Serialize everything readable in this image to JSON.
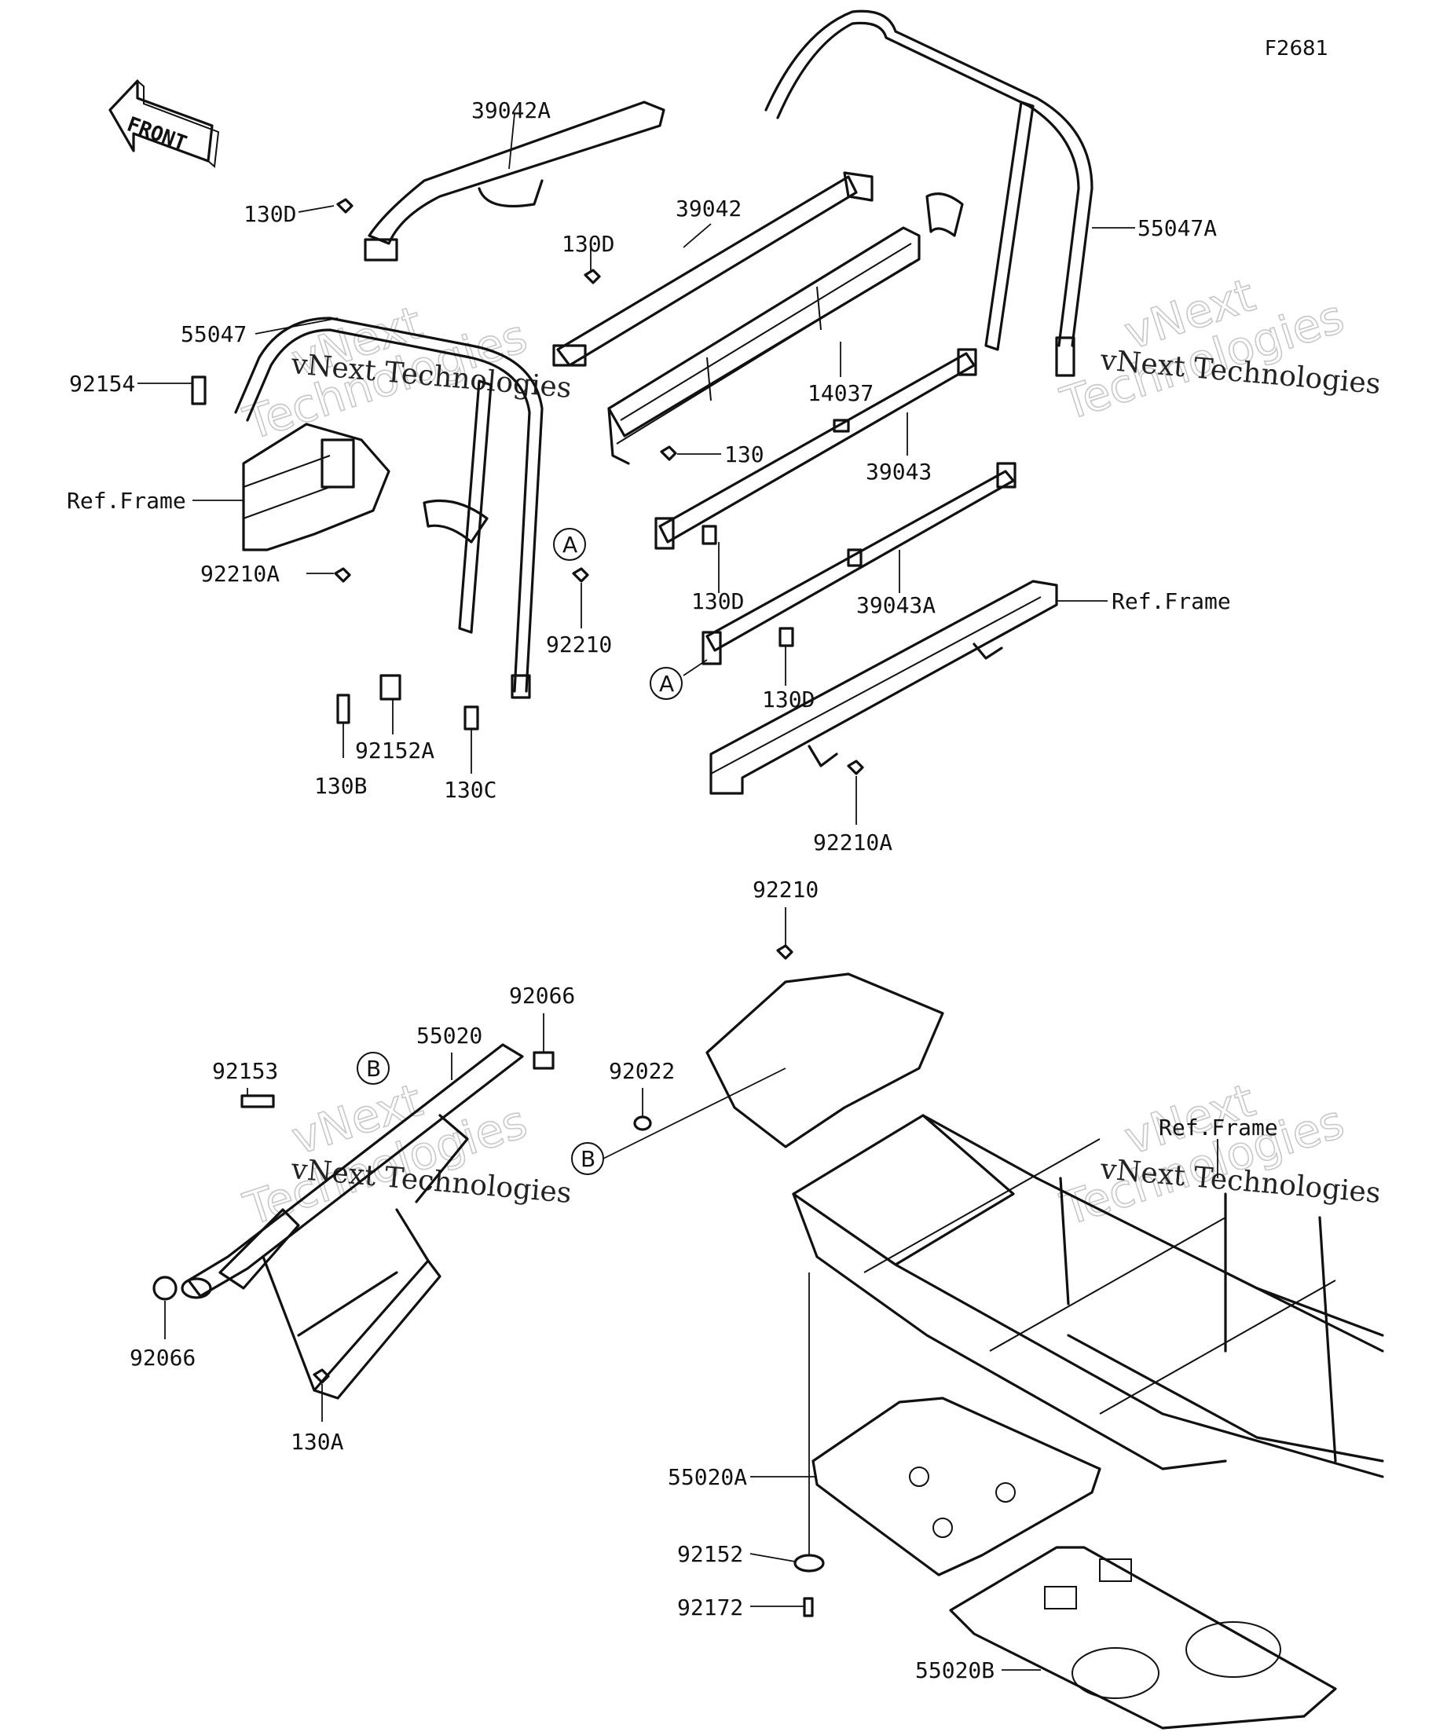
{
  "figure_code": "F2681",
  "front_label": "FRONT",
  "callout_a": "A",
  "callout_b": "B",
  "watermark": {
    "line1": "vNext Technologies",
    "line2a": "vNext",
    "line2b": "Technologies"
  },
  "labels": {
    "p39042A": "39042A",
    "p130D_1": "130D",
    "p39042": "39042",
    "p130D_2": "130D",
    "p55047A": "55047A",
    "p55047": "55047",
    "p92154": "92154",
    "p14037": "14037",
    "p130": "130",
    "p39043": "39043",
    "refFrame_1": "Ref.Frame",
    "p92210A_1": "92210A",
    "p130D_3": "130D",
    "p39043A": "39043A",
    "refFrame_2": "Ref.Frame",
    "p92210_1": "92210",
    "p130D_4": "130D",
    "p92152A": "92152A",
    "p130B": "130B",
    "p130C": "130C",
    "p92210A_2": "92210A",
    "p92210_2": "92210",
    "p92066_1": "92066",
    "p55020": "55020",
    "p92022": "92022",
    "p92153": "92153",
    "refFrame_3": "Ref.Frame",
    "p92066_2": "92066",
    "p130A": "130A",
    "p55020A": "55020A",
    "p92152": "92152",
    "p92172": "92172",
    "p55020B": "55020B"
  }
}
